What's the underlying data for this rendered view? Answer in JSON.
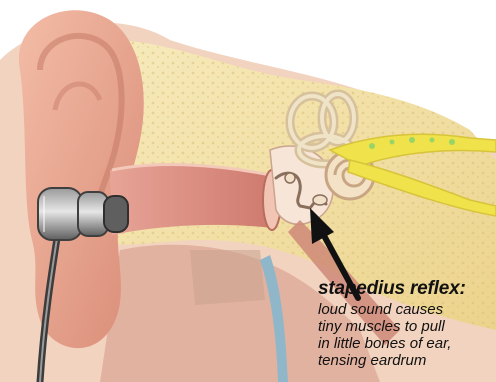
{
  "caption": {
    "title": "stapedius reflex:",
    "lines": [
      "loud sound causes",
      "tiny muscles to pull",
      "in little bones of ear,",
      "tensing eardrum"
    ]
  },
  "colors": {
    "skin": "#e8a48d",
    "bone": "#f4e3a6",
    "canal": "#d98d80",
    "nerve": "#f0e24a",
    "earbud": "#6e6e6e",
    "arrow": "#111111"
  }
}
